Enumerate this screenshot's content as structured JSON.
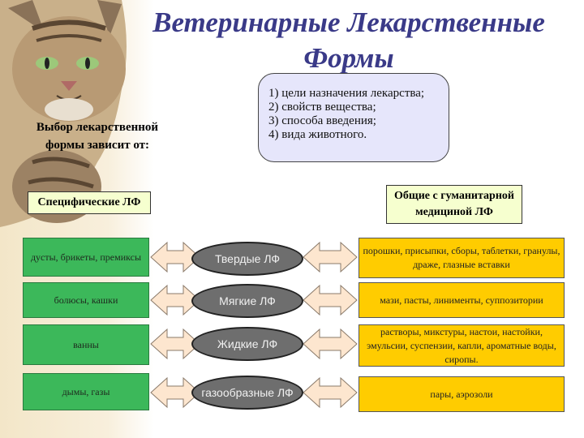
{
  "title": {
    "line1": "Ветеринарные Лекарственные",
    "line2": "Формы"
  },
  "choice_label": {
    "line1": "Выбор лекарственной",
    "line2": "формы зависит от:"
  },
  "factors": [
    "1) цели назначения лекарства;",
    "2) свойств вещества;",
    "3) способа введения;",
    "4) вида животного."
  ],
  "headers": {
    "specific": "Специфические ЛФ",
    "common_line1": "Общие с гуманитарной",
    "common_line2": "медициной ЛФ"
  },
  "rows": [
    {
      "specific": "дусты, брикеты, премиксы",
      "form": "Твердые ЛФ",
      "common": "порошки, присыпки, сборы, таблетки, гранулы, драже, глазные вставки"
    },
    {
      "specific": "болюсы, кашки",
      "form": "Мягкие ЛФ",
      "common": "мази, пасты, линименты, суппозитории"
    },
    {
      "specific": "ванны",
      "form": "Жидкие ЛФ",
      "common": "растворы, микстуры, настои, настойки, эмульсии, суспензии, капли, ароматные воды, сиропы."
    },
    {
      "specific": "дымы, газы",
      "form": "газообразные ЛФ",
      "common": "пары, аэрозоли"
    }
  ],
  "colors": {
    "title": "#3a3a88",
    "specific_box": "#3cb85a",
    "common_box": "#ffcc00",
    "form_ellipse": "#6e6e6e",
    "arrow_fill": "#fde6cf",
    "bubble": "#e6e6fb"
  },
  "decor": {
    "image": "cat-photo"
  }
}
